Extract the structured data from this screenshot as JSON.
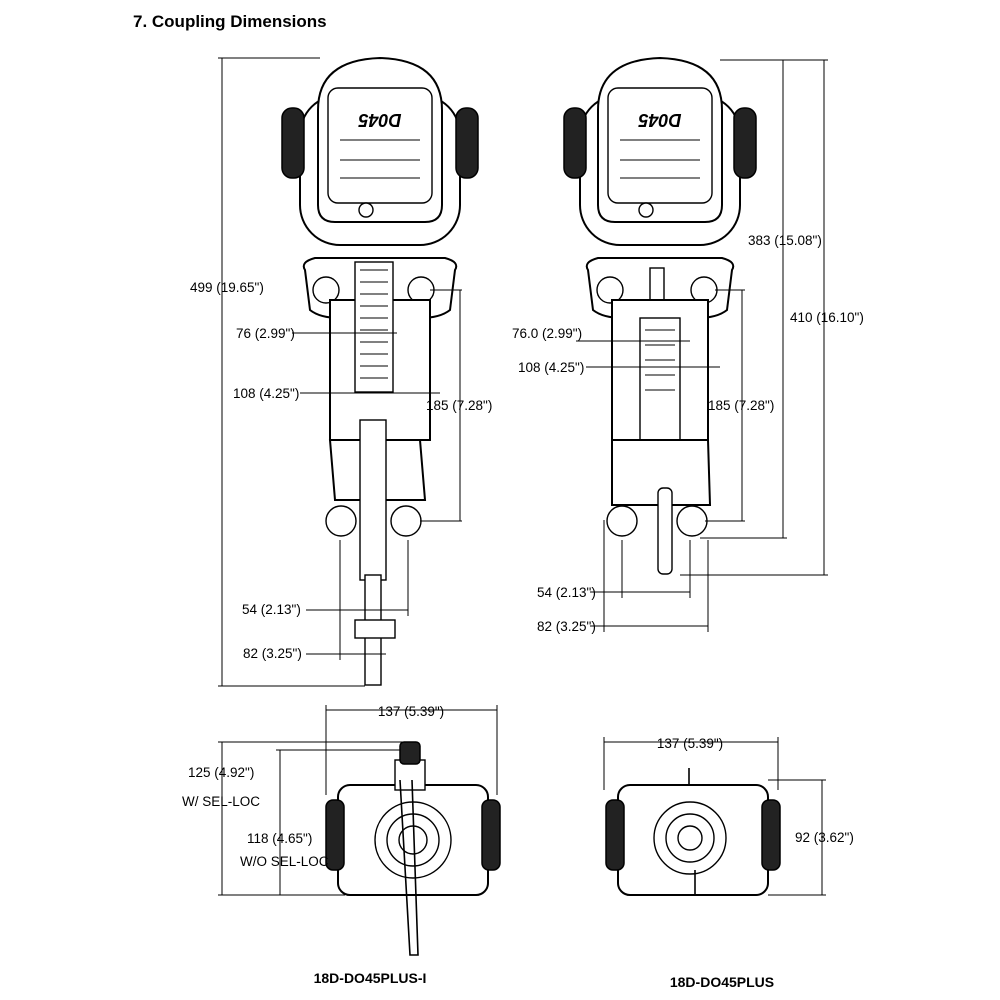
{
  "title": "7.  Coupling Dimensions",
  "left_unit": {
    "model": "18D-DO45PLUS-I",
    "dims": {
      "overall_height": "499 (19.65\")",
      "inner_width": "76 (2.99\")",
      "outer_width": "108 (4.25\")",
      "pin_spacing": "185 (7.28\")",
      "lower_inner_width": "54 (2.13\")",
      "lower_outer_width": "82 (3.25\")",
      "top_width": "137 (5.39\")",
      "height_with_sel_loc": "125 (4.92\")",
      "with_sel_loc_label": "W/ SEL-LOC",
      "height_without_sel_loc": "118 (4.65\")",
      "without_sel_loc_label": "W/O SEL-LOC"
    }
  },
  "right_unit": {
    "model": "18D-DO45PLUS",
    "dims": {
      "height_a": "383 (15.08\")",
      "height_b": "410 (16.10\")",
      "inner_width": "76.0 (2.99\")",
      "outer_width": "108 (4.25\")",
      "pin_spacing": "185 (7.28\")",
      "lower_inner_width": "54 (2.13\")",
      "lower_outer_width": "82 (3.25\")",
      "top_width": "137 (5.39\")",
      "top_height": "92 (3.62\")"
    }
  }
}
